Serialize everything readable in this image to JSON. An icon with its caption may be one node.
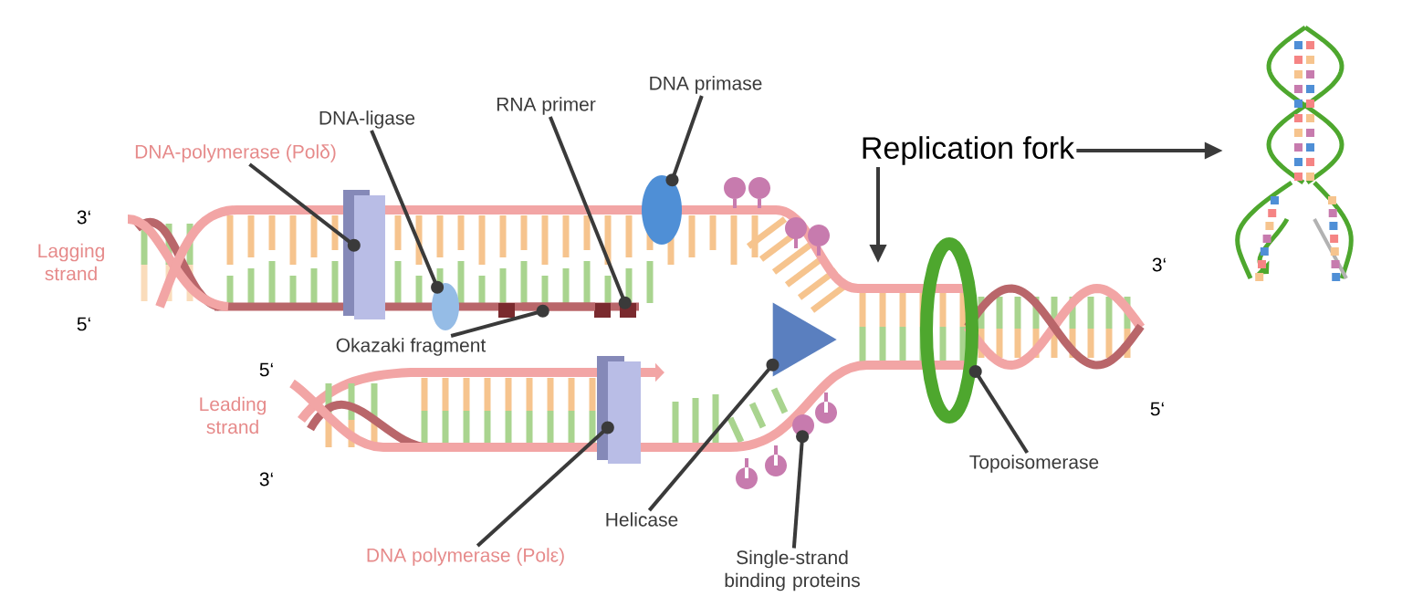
{
  "diagram": {
    "nodes": [
      {
        "text": [
          "DNA-polymerase (Polδ)"
        ]
      },
      {
        "text": [],
        "shape": "box"
      },
      {
        "text": [
          "DNA-ligase"
        ]
      },
      {
        "text": [],
        "shape": "circle"
      },
      {
        "text": [
          "RNA primer"
        ]
      },
      {
        "text": [],
        "shape": "box"
      },
      {
        "text": [
          "DNA primase"
        ]
      },
      {
        "text": [],
        "shape": "circle"
      },
      {
        "text": [
          "Replication fork"
        ]
      },
      {
        "text": [],
        "shape": "picture"
      },
      {
        "text": [
          "Okazaki fragment"
        ]
      },
      {
        "text": [],
        "shape": "bar"
      },
      {
        "text": [
          "DNA polymerase (Polε)"
        ]
      },
      {
        "text": [],
        "shape": "box"
      },
      {
        "text": [
          "Helicase"
        ]
      },
      {
        "text": [],
        "shape": "triangle"
      },
      {
        "text": [
          "Single-strand binding proteins"
        ]
      },
      {
        "text": [],
        "shape": "circle"
      },
      {
        "text": [
          "Topoisomerase"
        ]
      },
      {
        "text": [],
        "shape": "circle"
      }
    ],
    "edges": [
      {
        "from": 0,
        "to": 1,
        "arrow": "other"
      },
      {
        "from": 2,
        "to": 3,
        "arrow": "other"
      },
      {
        "from": 4,
        "to": 5,
        "arrow": "other"
      },
      {
        "from": 6,
        "to": 7,
        "arrow": "other"
      },
      {
        "from": 8,
        "to": null,
        "arrow": "to"
      },
      {
        "from": 8,
        "to": 9,
        "arrow": "to"
      },
      {
        "from": 10,
        "to": 11,
        "arrow": "other"
      },
      {
        "from": 12,
        "to": 13,
        "arrow": "other"
      },
      {
        "from": 14,
        "to": 15,
        "arrow": "other"
      },
      {
        "from": 16,
        "to": 17,
        "arrow": "other"
      },
      {
        "from": 18,
        "to": 19,
        "arrow": "other"
      }
    ],
    "labels": [
      "3‘",
      "Lagging strand",
      "5‘",
      "5‘",
      "Leading strand",
      "3‘",
      "3‘",
      "5‘"
    ]
  }
}
